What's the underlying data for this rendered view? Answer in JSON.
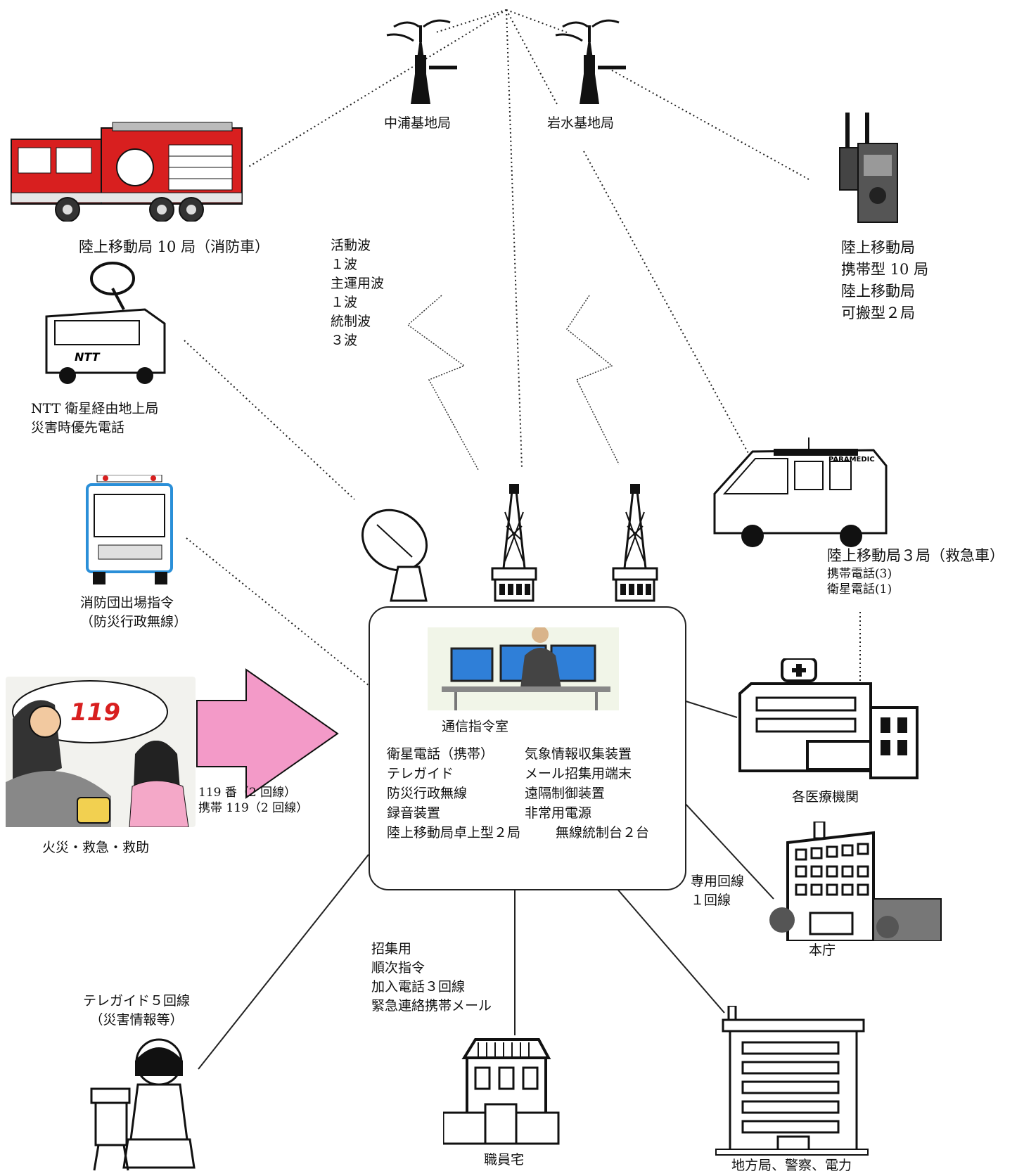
{
  "stations": {
    "nakaura": "中浦基地局",
    "iwamizu": "岩水基地局"
  },
  "fire_truck": {
    "label": "陸上移動局 10 局（消防車）"
  },
  "waves": [
    "活動波",
    "１波",
    "主運用波",
    "１波",
    "統制波",
    "３波"
  ],
  "portable": {
    "lines": [
      "陸上移動局",
      "携帯型 10 局",
      "陸上移動局",
      "可搬型２局"
    ]
  },
  "ntt": {
    "lines": [
      "NTT 衛星経由地上局",
      "災害時優先電話"
    ],
    "van_text": "NTT"
  },
  "fire_corps": {
    "lines": [
      "消防団出場指令",
      "（防災行政無線）"
    ]
  },
  "ambulance": {
    "lines": [
      "陸上移動局３局（救急車）",
      "携帯電話(3)",
      "衛星電話(1)"
    ],
    "van_text": "PARAMEDIC"
  },
  "emergency": {
    "badge": "119",
    "caption": "火災・救急・救助",
    "lines": [
      "119 番（2 回線）",
      "携帯 119（2 回線）"
    ]
  },
  "center": {
    "title": "通信指令室",
    "equipment": [
      [
        "衛星電話（携帯）",
        "気象情報収集装置"
      ],
      [
        "テレガイド",
        "メール招集用端末"
      ],
      [
        "防災行政無線",
        "遠隔制御装置"
      ],
      [
        "録音装置",
        "非常用電源"
      ],
      [
        "陸上移動局卓上型２局",
        "無線統制台２台"
      ]
    ]
  },
  "medical": {
    "label": "各医療機関"
  },
  "hq": {
    "lines": [
      "専用回線",
      "１回線"
    ],
    "label": "本庁"
  },
  "teleguide": {
    "lines": [
      "テレガイド５回線",
      "（災害情報等）"
    ]
  },
  "staff": {
    "lines": [
      "招集用",
      "順次指令",
      "加入電話３回線",
      "緊急連絡携帯メール"
    ],
    "label": "職員宅"
  },
  "agencies": {
    "label": "地方局、警察、電力"
  },
  "colors": {
    "truck_red": "#d81f1f",
    "arrow_pink": "#f39ac8",
    "screen_blue": "#2f7fd8",
    "bus_blue": "#2a8fd8"
  }
}
